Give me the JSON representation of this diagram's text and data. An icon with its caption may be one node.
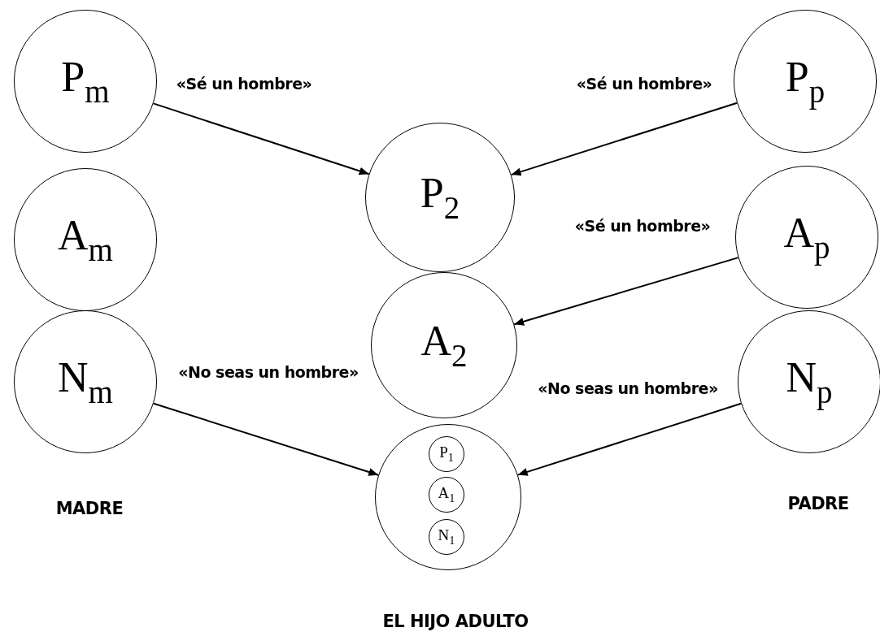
{
  "diagram": {
    "nodes": [
      {
        "text": [
          "P$_{m}$"
        ]
      },
      {
        "text": [
          "A$_{m}$"
        ]
      },
      {
        "text": [
          "N$_{m}$"
        ]
      },
      {
        "text": [
          "P$_{2}$"
        ]
      },
      {
        "text": [
          "A$_{2}$"
        ]
      },
      {
        "text": [],
        "shape": "circle"
      },
      {
        "text": [
          "P$_{1}$"
        ],
        "in": 5
      },
      {
        "text": [
          "A$_{1}$"
        ],
        "in": 5
      },
      {
        "text": [
          "N$_{1}$"
        ],
        "in": 5
      },
      {
        "text": [
          "P$_{p}$"
        ]
      },
      {
        "text": [
          "A$_{p}$"
        ]
      },
      {
        "text": [
          "N$_{p}$"
        ]
      }
    ],
    "edges": [
      {
        "from": 0,
        "to": 3,
        "arrow": "to",
        "label": "«Sé un hombre»"
      },
      {
        "from": 9,
        "to": 3,
        "arrow": "to",
        "label": "«Sé un hombre»"
      },
      {
        "from": 10,
        "to": 4,
        "arrow": "to",
        "label": "«Sé un hombre»"
      },
      {
        "from": 2,
        "to": 5,
        "arrow": "to",
        "label": "«No seas un hombre»"
      },
      {
        "from": 11,
        "to": 5,
        "arrow": "to",
        "label": "«No seas un hombre»"
      }
    ],
    "labels": [
      "MADRE",
      "PADRE",
      "EL HIJO ADULTO"
    ]
  }
}
